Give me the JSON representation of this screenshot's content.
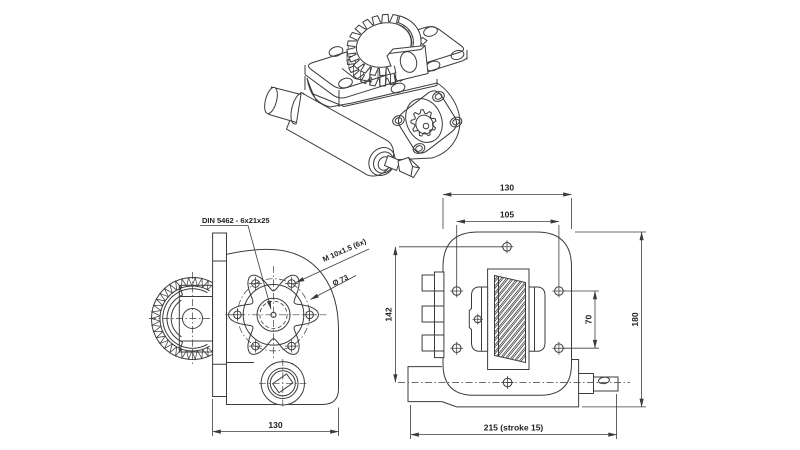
{
  "drawing": {
    "title_labels": {
      "din_label": "DIN 5462 - 6x21x25",
      "thread_label": "M 10x1.5 (6x)",
      "diameter_label": "Ø 73"
    },
    "dimensions": {
      "side_width": "130",
      "front_width": "130",
      "bolt_spacing_horizontal": "105",
      "height_to_axis": "142",
      "bolt_spacing_vertical": "70",
      "total_height": "180",
      "total_length": "215 (stroke 15)"
    },
    "colors": {
      "line": "#3c3c3c",
      "dim_line": "#3c3c3c",
      "background": "#ffffff",
      "text": "#1f1f1f"
    }
  }
}
